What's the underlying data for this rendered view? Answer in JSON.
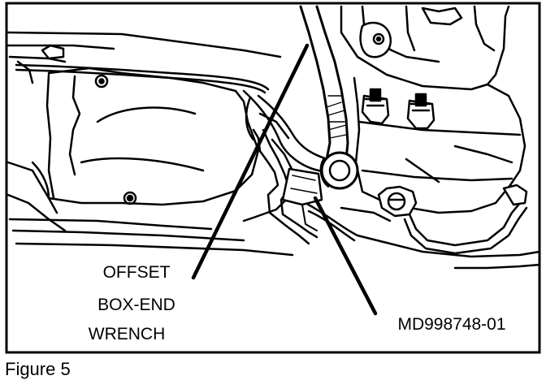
{
  "callouts": {
    "wrench_line1": "OFFSET",
    "wrench_line2": "BOX-END",
    "wrench_line3": "WRENCH",
    "tool_part_number": "MD998748-01"
  },
  "caption": "Figure 5",
  "colors": {
    "ink": "#000000",
    "paper": "#ffffff"
  }
}
